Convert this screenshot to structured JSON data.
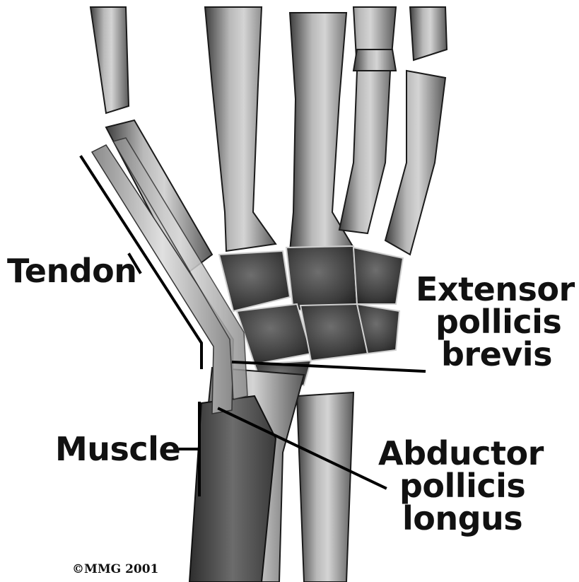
{
  "labels": {
    "tendon": "Tendon",
    "muscle": "Muscle",
    "extensor": [
      "Extensor",
      "pollicis",
      "brevis"
    ],
    "abductor": [
      "Abductor",
      "pollicis",
      "longus"
    ]
  },
  "copyright": "©MMG 2001",
  "colors": {
    "bone": "#9c9c9c",
    "bone_dark": "#4a4a4a",
    "bone_light": "#d8d8d8",
    "muscle": "#5a5a5a",
    "tendon": "#b8b8b8",
    "outline": "#1a1a1a",
    "text": "#111111"
  }
}
